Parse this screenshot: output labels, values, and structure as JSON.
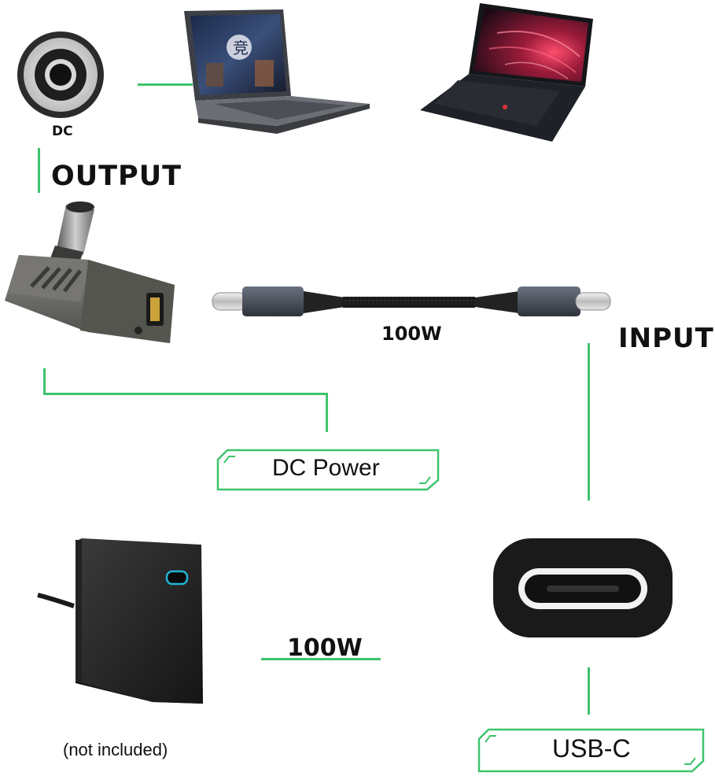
{
  "labels": {
    "dc": "DC",
    "output": "OUTPUT",
    "input": "INPUT",
    "cable_watt": "100W",
    "charger_watt": "100W",
    "dc_power": "DC Power",
    "usb_c": "USB-C",
    "not_included": "(not included)"
  },
  "colors": {
    "connector_line": "#3ec46d",
    "text": "#111111"
  },
  "icons": [
    "dc-port-icon",
    "gaming-laptop-icon",
    "business-laptop-icon",
    "dc-adapter-icon",
    "usb-c-cable-icon",
    "usb-c-charger-icon",
    "usb-c-port-icon"
  ]
}
